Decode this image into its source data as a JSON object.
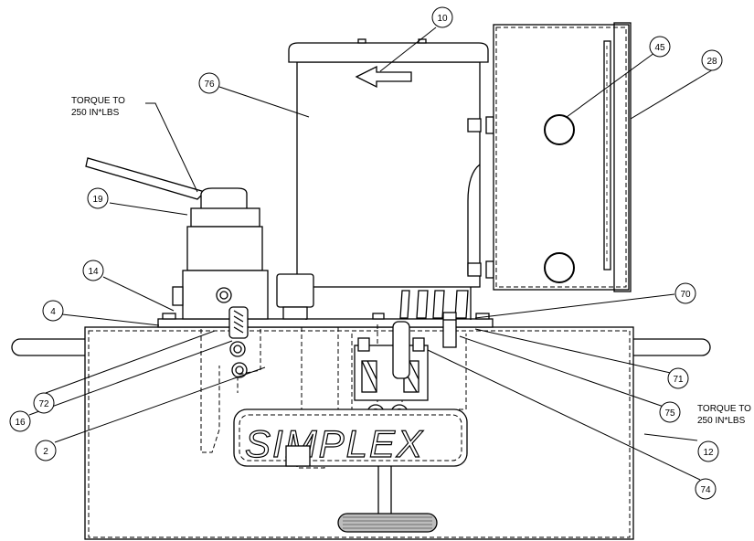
{
  "brand": {
    "logo_text": "SIMPLEX"
  },
  "notes": {
    "top_left": {
      "line1": "TORQUE TO",
      "line2": "250 IN*LBS"
    },
    "right": {
      "line1": "TORQUE TO",
      "line2": "250 IN*LBS"
    }
  },
  "callouts": [
    {
      "id": "c10",
      "number": "10"
    },
    {
      "id": "c45",
      "number": "45"
    },
    {
      "id": "c28",
      "number": "28"
    },
    {
      "id": "c76",
      "number": "76"
    },
    {
      "id": "c19",
      "number": "19"
    },
    {
      "id": "c14",
      "number": "14"
    },
    {
      "id": "c4",
      "number": "4"
    },
    {
      "id": "c70",
      "number": "70"
    },
    {
      "id": "c71",
      "number": "71"
    },
    {
      "id": "c75",
      "number": "75"
    },
    {
      "id": "c72",
      "number": "72"
    },
    {
      "id": "c16",
      "number": "16"
    },
    {
      "id": "c2",
      "number": "2"
    },
    {
      "id": "c12",
      "number": "12"
    },
    {
      "id": "c74",
      "number": "74"
    }
  ]
}
